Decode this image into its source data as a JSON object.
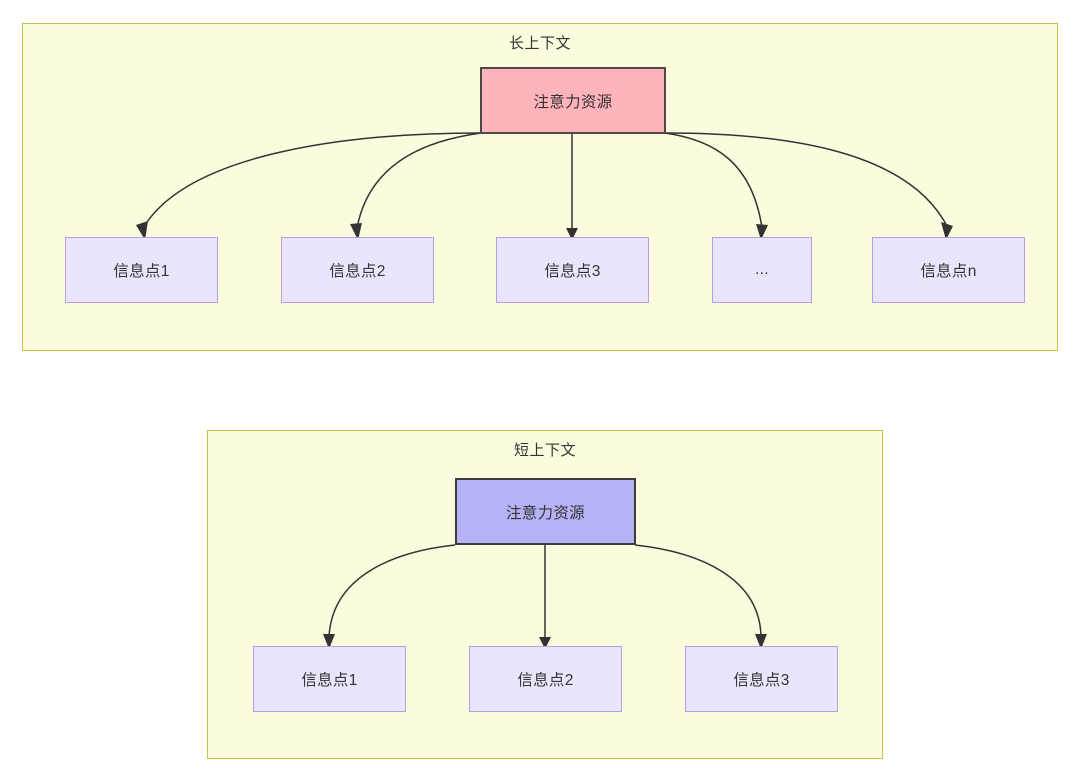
{
  "diagram": {
    "type": "flow-tree",
    "panels": [
      {
        "id": "long-context",
        "title": "长上下文",
        "root": {
          "label": "注意力资源",
          "fill": "#ffb3ba",
          "stroke": "#4a4a4a"
        },
        "children": [
          {
            "label": "信息点1"
          },
          {
            "label": "信息点2"
          },
          {
            "label": "信息点3"
          },
          {
            "label": "..."
          },
          {
            "label": "信息点n"
          }
        ]
      },
      {
        "id": "short-context",
        "title": "短上下文",
        "root": {
          "label": "注意力资源",
          "fill": "#b5b3f5",
          "stroke": "#3d3d3d"
        },
        "children": [
          {
            "label": "信息点1"
          },
          {
            "label": "信息点2"
          },
          {
            "label": "信息点3"
          }
        ]
      }
    ],
    "colors": {
      "panel_fill": "#fdfbdd",
      "panel_border": "#c2c24d",
      "info_fill": "#e8e5fc",
      "info_border": "#b79ee8",
      "edge": "#333333",
      "text": "#333333"
    }
  }
}
